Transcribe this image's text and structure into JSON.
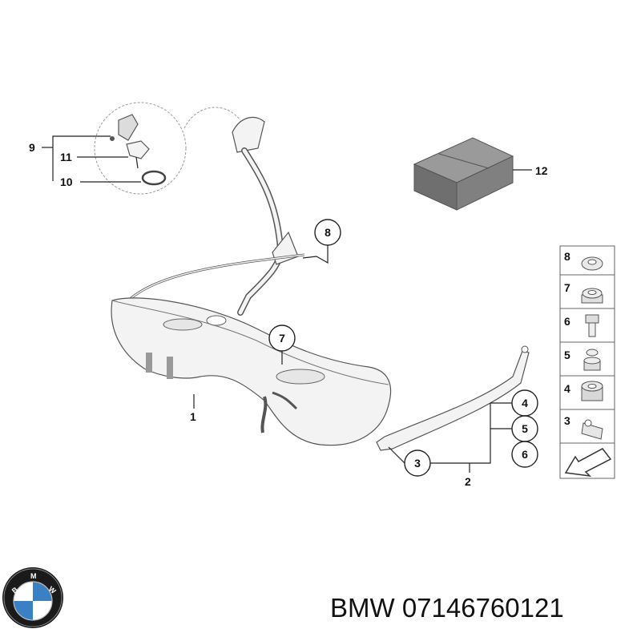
{
  "callouts": {
    "c1": "1",
    "c2": "2",
    "c3": "3",
    "c4": "4",
    "c5": "5",
    "c6": "6",
    "c7": "7",
    "c8": "8",
    "c9": "9",
    "c10": "10",
    "c11": "11",
    "c12": "12"
  },
  "legend": [
    "8",
    "7",
    "6",
    "5",
    "4",
    "3"
  ],
  "logo": {
    "brand": "BMW",
    "colors": {
      "ring": "#1a1a1a",
      "blue": "#3b7fc4",
      "white": "#ffffff"
    }
  },
  "caption": "BMW 07146760121"
}
